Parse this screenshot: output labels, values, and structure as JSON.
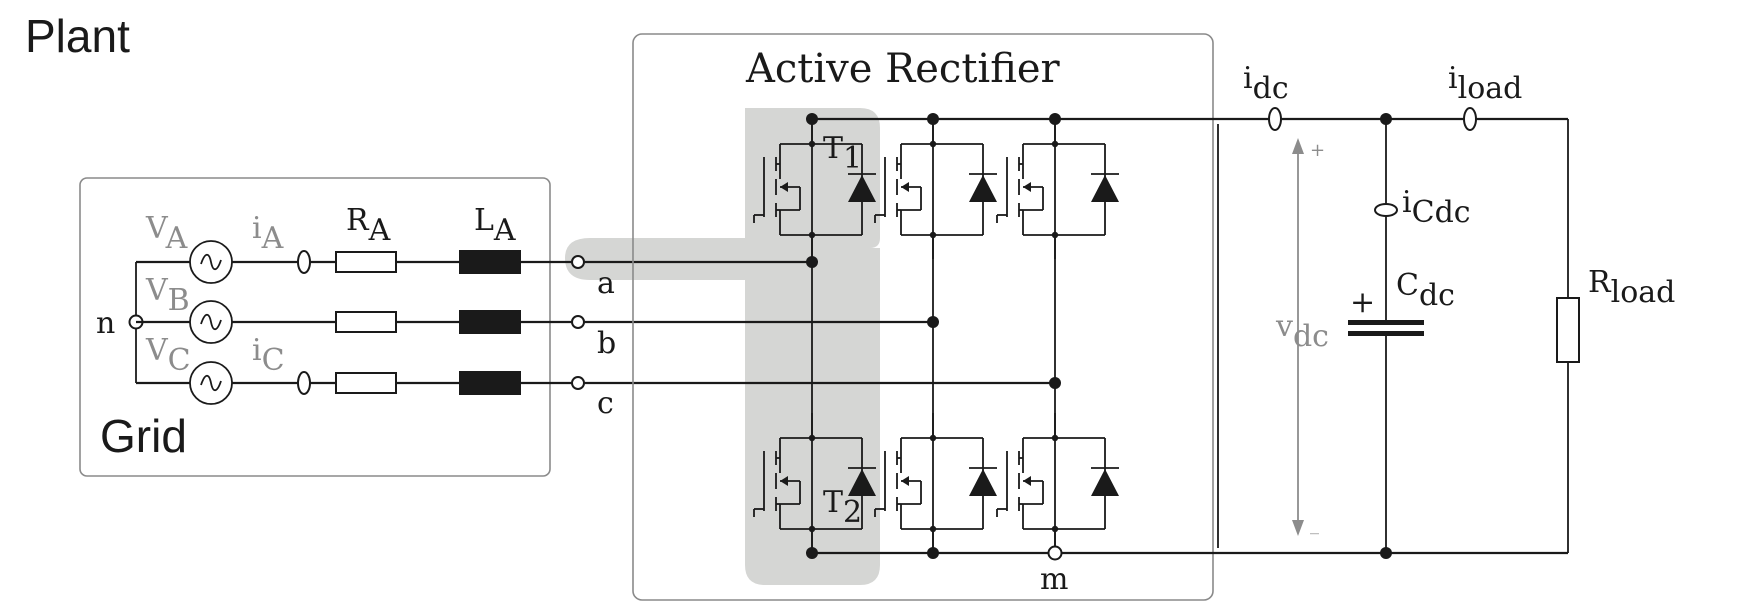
{
  "title": "Plant",
  "grid": {
    "label": "Grid",
    "neutral": "n",
    "sources": [
      {
        "v": "V",
        "sub": "A"
      },
      {
        "v": "V",
        "sub": "B"
      },
      {
        "v": "V",
        "sub": "C"
      }
    ],
    "currents": [
      {
        "i": "i",
        "sub": "A"
      },
      {
        "i": "i",
        "sub": "C"
      }
    ],
    "resistor": {
      "name": "R",
      "sub": "A"
    },
    "inductor": {
      "name": "L",
      "sub": "A"
    },
    "terminals": [
      "a",
      "b",
      "c"
    ]
  },
  "rectifier": {
    "label": "Active Rectifier",
    "t1": {
      "name": "T",
      "sub": "1"
    },
    "t2": {
      "name": "T",
      "sub": "2"
    },
    "midpoint": "m"
  },
  "dc_side": {
    "idc": {
      "name": "i",
      "sub": "dc"
    },
    "iload": {
      "name": "i",
      "sub": "load"
    },
    "icdc": {
      "name": "i",
      "sub": "Cdc"
    },
    "cdc": {
      "name": "C",
      "sub": "dc",
      "polarity": "+"
    },
    "vdc": {
      "name": "v",
      "sub": "dc",
      "plus": "+",
      "minus": "_"
    },
    "rload": {
      "name": "R",
      "sub": "load"
    }
  },
  "colors": {
    "ink": "#1a1a1a",
    "gray_label": "#8c8c8c",
    "highlight": "#d5d6d4",
    "box": "#8a8a8a"
  }
}
